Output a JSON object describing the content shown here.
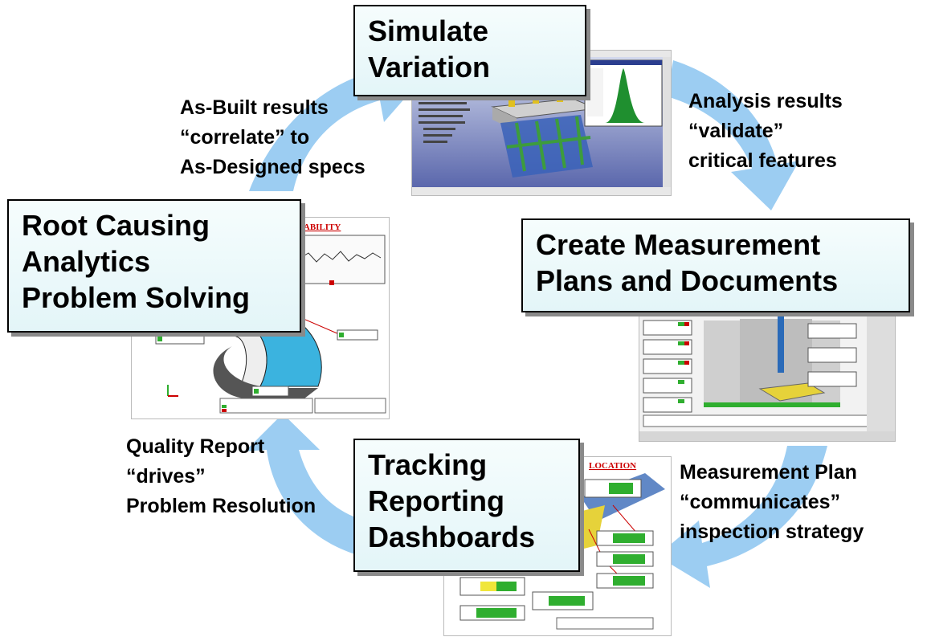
{
  "boxes": {
    "simulate": [
      "Simulate",
      "Variation"
    ],
    "create": [
      "Create Measurement",
      "Plans and Documents"
    ],
    "tracking": [
      "Tracking",
      "Reporting",
      "Dashboards"
    ],
    "root": [
      "Root Causing",
      "Analytics",
      "Problem Solving"
    ]
  },
  "labels": {
    "asbuilt": [
      "As-Built results",
      "“correlate” to",
      "As-Designed specs"
    ],
    "analysis": [
      "Analysis results",
      "“validate”",
      "critical features"
    ],
    "measurement": [
      "Measurement Plan",
      "“communicates”",
      "inspection strategy"
    ],
    "quality": [
      "Quality Report",
      "“drives”",
      "Problem Resolution"
    ]
  },
  "screens": {
    "capability_title": "PABILITY",
    "location_title": "LOCATION"
  },
  "colors": {
    "arrow": "#9ccdf2",
    "box_border": "#000000",
    "box_fill": "#e3f5f8",
    "cad_blue": "#3a62b8",
    "part_cyan": "#2fb8e6",
    "status_green": "#2fae2f",
    "status_yellow": "#f0e63a",
    "report_red": "#cc0000"
  }
}
